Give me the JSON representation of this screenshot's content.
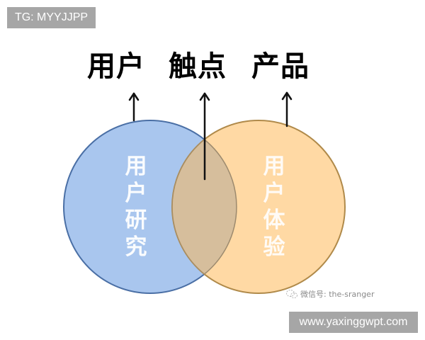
{
  "badges": {
    "top_left": "TG: MYYJJPP",
    "bottom_right": "www.yaxinggwpt.com"
  },
  "titles": {
    "user": "用户",
    "touchpoint": "触点",
    "product": "产品"
  },
  "circles": {
    "left": {
      "label": "用户研究",
      "fill": "#a9c6ee",
      "stroke": "#4a6fa5"
    },
    "right": {
      "label": "用户体验",
      "fill": "#ffd9a4",
      "stroke": "#b08a4a"
    },
    "overlap_fill": "#d6be9c"
  },
  "watermark": {
    "icon": "wechat-icon",
    "text": "微信号: the-sranger"
  }
}
